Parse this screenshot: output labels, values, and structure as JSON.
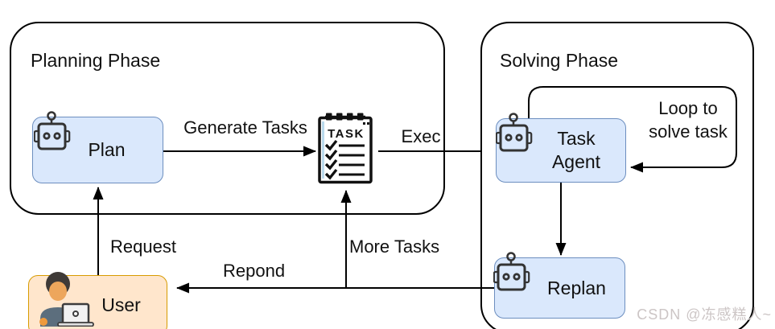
{
  "diagram": {
    "phases": {
      "planning": {
        "title": "Planning Phase"
      },
      "solving": {
        "title": "Solving Phase"
      }
    },
    "nodes": {
      "plan": {
        "label": "Plan",
        "icon": "robot-icon"
      },
      "task_agent": {
        "label": "Task Agent",
        "icon": "robot-icon"
      },
      "replan": {
        "label": "Replan",
        "icon": "robot-icon"
      },
      "user": {
        "label": "User",
        "icon": "person-at-laptop-icon"
      },
      "task_list": {
        "title": "TASK",
        "icon": "task-checklist-icon",
        "checklist_rows": 4
      }
    },
    "edges": {
      "generate_tasks": {
        "label": "Generate Tasks",
        "from": "plan",
        "to": "task_list"
      },
      "exec": {
        "label": "Exec",
        "from": "task_list",
        "to": "solving_phase"
      },
      "request": {
        "label": "Request",
        "from": "user",
        "to": "plan"
      },
      "more_tasks": {
        "label": "More Tasks",
        "from": "repond_line",
        "to": "task_list"
      },
      "repond": {
        "label": "Repond",
        "from": "replan",
        "to": "user"
      },
      "loop": {
        "label": "Loop to solve task",
        "from": "task_agent",
        "to": "task_agent"
      },
      "agent_to_replan": {
        "from": "task_agent",
        "to": "replan"
      }
    },
    "colors": {
      "agent_fill": "#dae8fc",
      "agent_stroke": "#6c8ebf",
      "user_fill": "#ffe6cc",
      "user_stroke": "#d79b00",
      "line": "#000000",
      "phase_border": "#000000"
    }
  },
  "watermark": {
    "text": "CSDN @冻感糕人~"
  }
}
